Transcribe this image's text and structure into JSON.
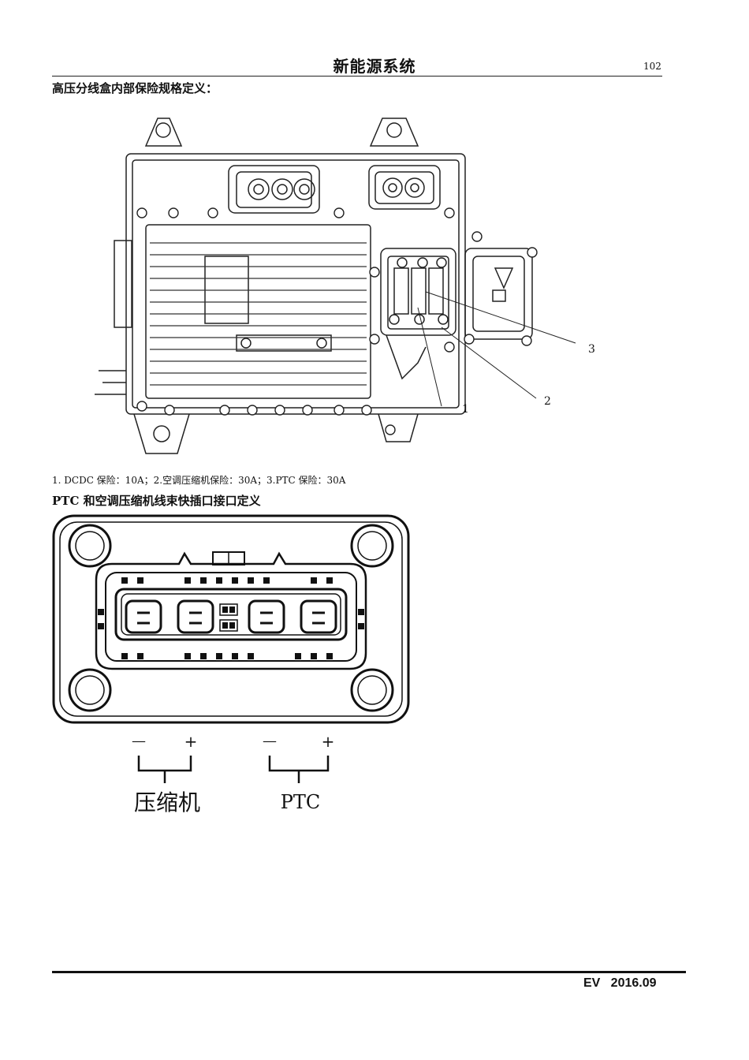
{
  "header": {
    "title": "新能源系统",
    "page_number": "102"
  },
  "section1": {
    "heading": "高压分线盒内部保险规格定义：",
    "callouts": [
      "1",
      "2",
      "3"
    ],
    "caption": "1. DCDC 保险：10A；2.空调压缩机保险：30A；3.PTC 保险：30A"
  },
  "section2": {
    "heading": "PTC 和空调压缩机线束快插口接口定义",
    "polarity": {
      "minus": "—",
      "plus": "+"
    },
    "groups": [
      "压缩机",
      "PTC"
    ]
  },
  "footer": {
    "text": "EV   2016.09"
  }
}
